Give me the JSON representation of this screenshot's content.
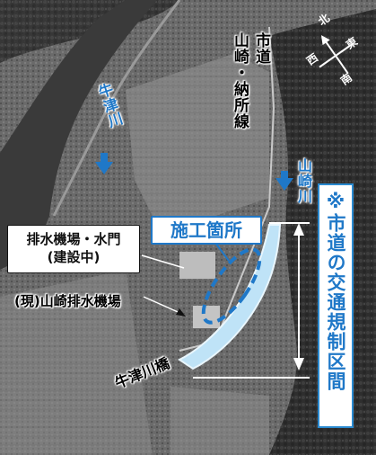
{
  "labels": {
    "city_road_title": "市道",
    "city_road_name": "山崎・納所線",
    "river_ushizu": "牛津川",
    "river_yamazaki": "山崎川",
    "construction_site": "施工箇所",
    "regulation_notice": "※市道の交通規制区間",
    "drainage_new_line1": "排水機場・水門",
    "drainage_new_line2": "(建設中)",
    "drainage_current": "(現)山崎排水機場",
    "bridge": "牛津川橋"
  },
  "compass": {
    "north": "北",
    "south": "南",
    "east": "東",
    "west": "西"
  },
  "colors": {
    "accent_blue": "#1f78c8",
    "light_blue": "#bfe3f7",
    "regulation_border": "#2a8ad0"
  },
  "icons": {
    "arrow": "down-arrow-icon",
    "compass": "compass-icon"
  }
}
